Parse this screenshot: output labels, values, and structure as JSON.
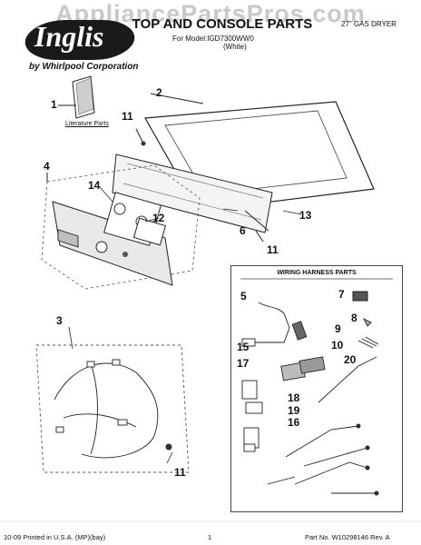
{
  "watermark": "AppliancePartsPros.com",
  "brand": {
    "logo": "Inglis",
    "tagline": "by Whirlpool Corporation"
  },
  "header": {
    "title": "TOP AND CONSOLE PARTS",
    "model": "For Model:IGD7300WW0",
    "color": "(White)",
    "product": "27\" GAS DRYER"
  },
  "literature_label": "Literature Parts",
  "callouts": [
    "1",
    "2",
    "11",
    "4",
    "14",
    "12",
    "6",
    "13",
    "11",
    "3",
    "11"
  ],
  "wiring_box": {
    "title": "WIRING HARNESS PARTS",
    "callouts": [
      "5",
      "7",
      "8",
      "9",
      "10",
      "15",
      "20",
      "17",
      "18",
      "19",
      "16"
    ]
  },
  "footer": {
    "printed": "10-09 Printed in U.S.A. (MP)(bay)",
    "page": "1",
    "part_no": "Part No. W10298146 Rev. A"
  }
}
